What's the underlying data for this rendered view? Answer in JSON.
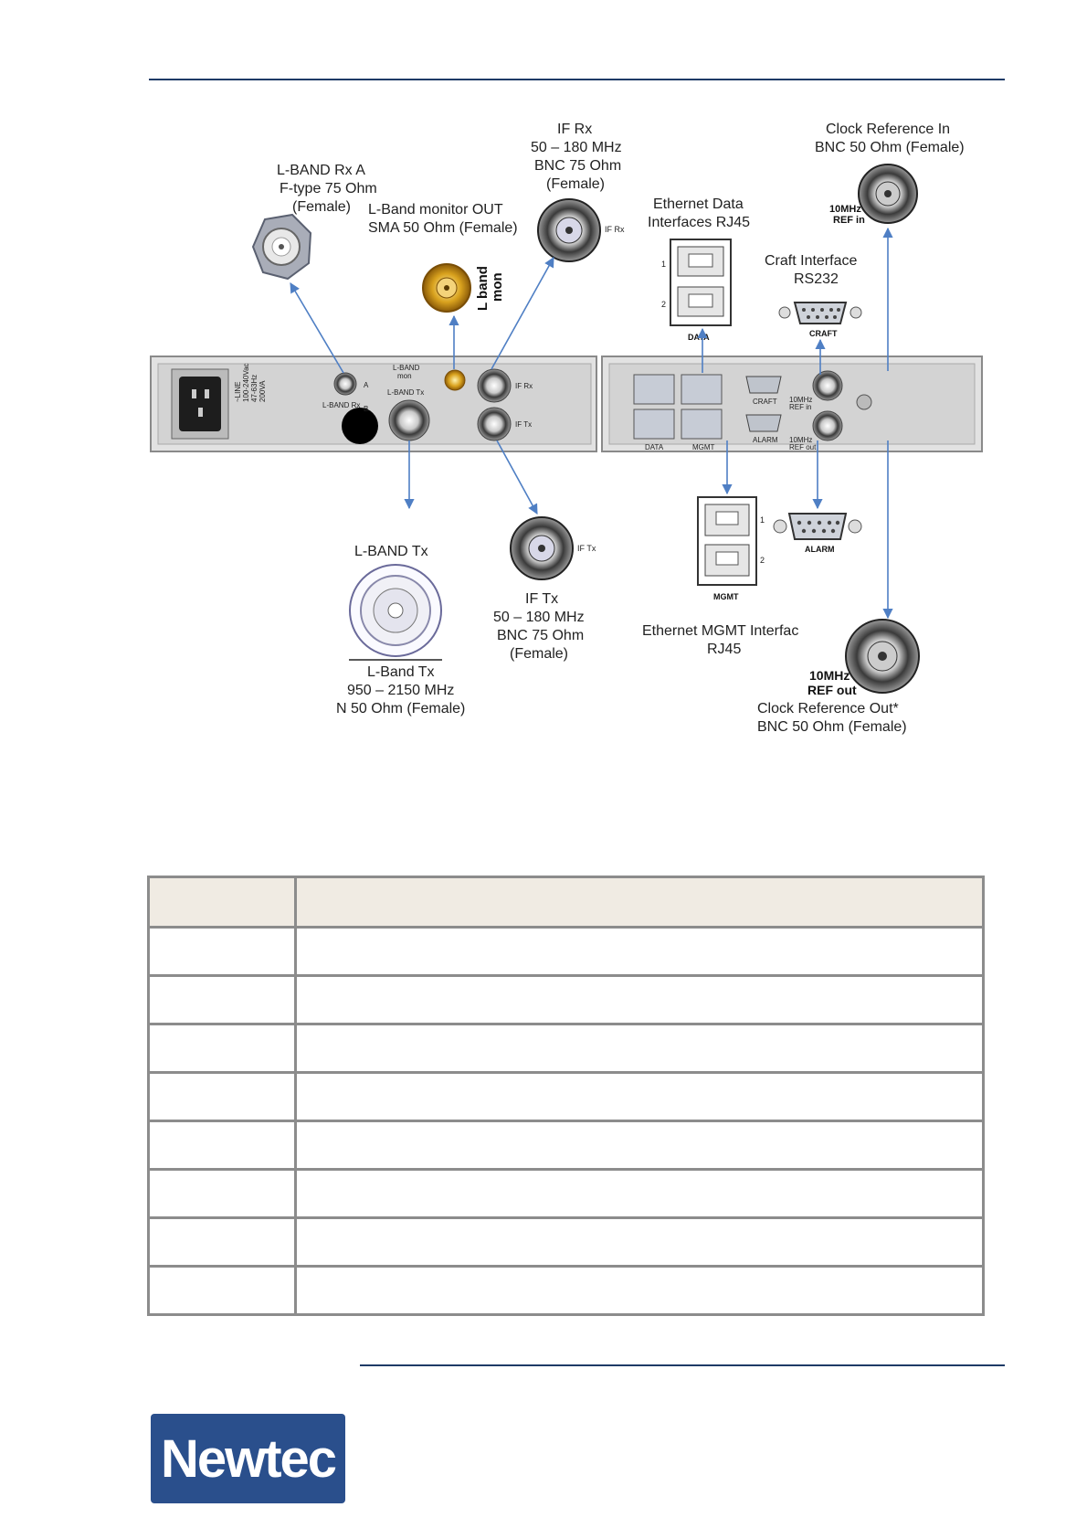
{
  "figure": {
    "lband_rx_a": {
      "line1": "L-BAND Rx A",
      "line2": "F-type 75 Ohm",
      "line3": "(Female)"
    },
    "lband_monitor": {
      "line1": "L-Band monitor OUT",
      "line2": "SMA 50 Ohm  (Female)",
      "connector_tag1": "L band",
      "connector_tag2": "mon"
    },
    "if_rx": {
      "line1": "IF Rx",
      "line2": "50 – 180 MHz",
      "line3": "BNC 75 Ohm",
      "line4": "(Female)",
      "tag": "IF Rx"
    },
    "ethernet_data": {
      "line1": "Ethernet Data",
      "line2": "Interfaces RJ45",
      "port1": "1",
      "port2": "2",
      "tag": "DATA"
    },
    "craft": {
      "line1": "Craft Interface",
      "line2": "RS232",
      "tag": "CRAFT"
    },
    "clock_in": {
      "line1": "Clock Reference In",
      "line2": "BNC 50 Ohm  (Female)",
      "tag1": "10MHz",
      "tag2": "REF in"
    },
    "lband_tx": {
      "title": "L-BAND Tx",
      "line1": "L-Band Tx",
      "line2": "950 – 2150 MHz",
      "line3": "N 50 Ohm  (Female)"
    },
    "if_tx": {
      "line1": "IF Tx",
      "line2": "50 – 180 MHz",
      "line3": "BNC 75 Ohm",
      "line4": "(Female)",
      "tag": "IF Tx"
    },
    "ethernet_mgmt": {
      "line1": "Ethernet MGMT  Interfac",
      "line2": "RJ45",
      "port1": "1",
      "port2": "2",
      "tag": "MGMT"
    },
    "alarm": {
      "tag": "ALARM"
    },
    "clock_out": {
      "tag1": "10MHz",
      "tag2": "REF out",
      "line1": "Clock Reference Out*",
      "line2": "BNC 50 Ohm  (Female)"
    },
    "panel": {
      "power_line1": "~LINE",
      "power_line2": "100-240Vac",
      "power_line3": "47-63Hz",
      "power_line4": "200VA",
      "lband_rx": "L-BAND Rx",
      "a": "A",
      "b": "B",
      "lband_mon1": "L-BAND",
      "lband_mon2": "mon",
      "lband_tx": "L-BAND Tx",
      "if_rx": "IF Rx",
      "if_tx": "IF Tx",
      "data": "DATA",
      "mgmt": "MGMT",
      "craft": "CRAFT",
      "alarm": "ALARM",
      "ref_in1": "10MHz",
      "ref_in2": "REF in",
      "ref_out1": "10MHz",
      "ref_out2": "REF out"
    }
  },
  "table": {
    "rows": 8
  },
  "logo": {
    "text": "Newtec"
  },
  "colors": {
    "rule": "#1e3a66",
    "logo_bg": "#2a4f8c",
    "arrow": "#4f7fc4",
    "table_header": "#f0ebe3"
  }
}
